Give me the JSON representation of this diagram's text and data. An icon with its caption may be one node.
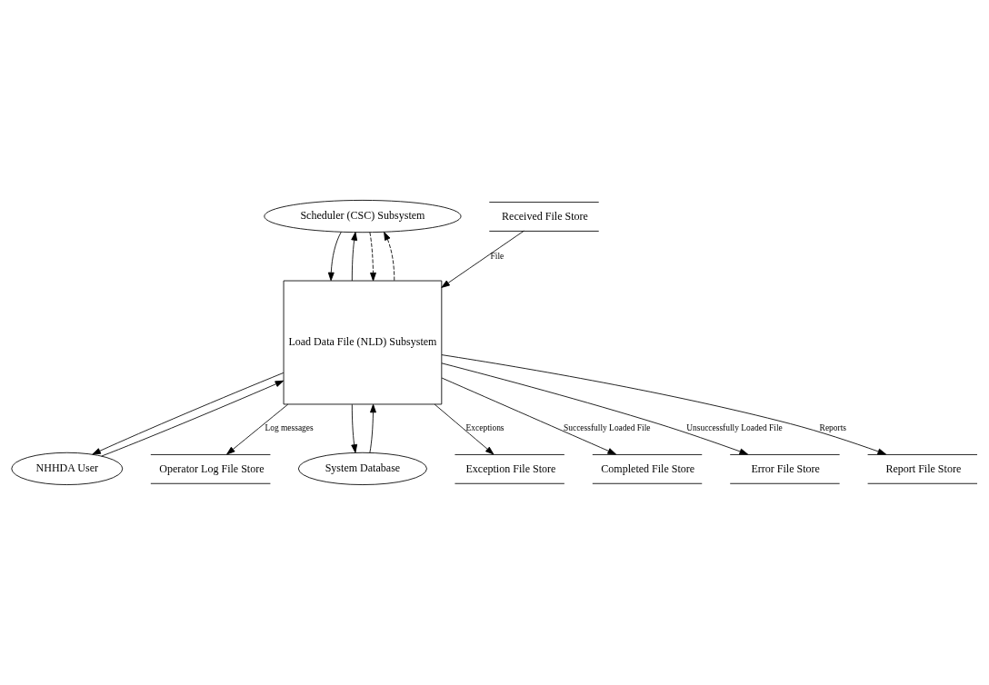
{
  "diagram": {
    "nodes": [
      {
        "text": [
          "Scheduler (CSC) Subsystem"
        ]
      },
      {
        "text": [
          "Received File Store"
        ]
      },
      {
        "text": [
          "NHHDA User"
        ]
      },
      {
        "text": [
          "Operator Log File Store"
        ]
      },
      {
        "text": [
          "Load Data File (NLD) Subsystem"
        ]
      },
      {
        "text": [
          "System Database"
        ]
      },
      {
        "text": [
          "Exception File Store"
        ]
      },
      {
        "text": [
          "Completed File Store"
        ]
      },
      {
        "text": [
          "Error File Store"
        ]
      },
      {
        "text": [
          "Report File Store"
        ]
      }
    ],
    "edges": [
      {
        "from": 1,
        "to": 4,
        "arrow": "to",
        "label": "File"
      },
      {
        "from": 4,
        "to": 0,
        "arrow": "to"
      },
      {
        "from": 0,
        "to": 4,
        "arrow": "to"
      },
      {
        "from": 0,
        "to": 4,
        "arrow": "to",
        "style": "dashed"
      },
      {
        "from": 4,
        "to": 0,
        "arrow": "to",
        "style": "dashed"
      },
      {
        "from": 4,
        "to": 2,
        "arrow": "to"
      },
      {
        "from": 2,
        "to": 4,
        "arrow": "to"
      },
      {
        "from": 4,
        "to": 3,
        "arrow": "to",
        "label": "Log messages"
      },
      {
        "from": 4,
        "to": 5,
        "arrow": "to"
      },
      {
        "from": 5,
        "to": 4,
        "arrow": "to"
      },
      {
        "from": 4,
        "to": 6,
        "arrow": "to",
        "label": "Exceptions"
      },
      {
        "from": 4,
        "to": 7,
        "arrow": "to",
        "label": "Successfully Loaded File"
      },
      {
        "from": 4,
        "to": 8,
        "arrow": "to",
        "label": "Unsuccessfully Loaded File"
      },
      {
        "from": 4,
        "to": 9,
        "arrow": "to",
        "label": "Reports"
      }
    ]
  }
}
